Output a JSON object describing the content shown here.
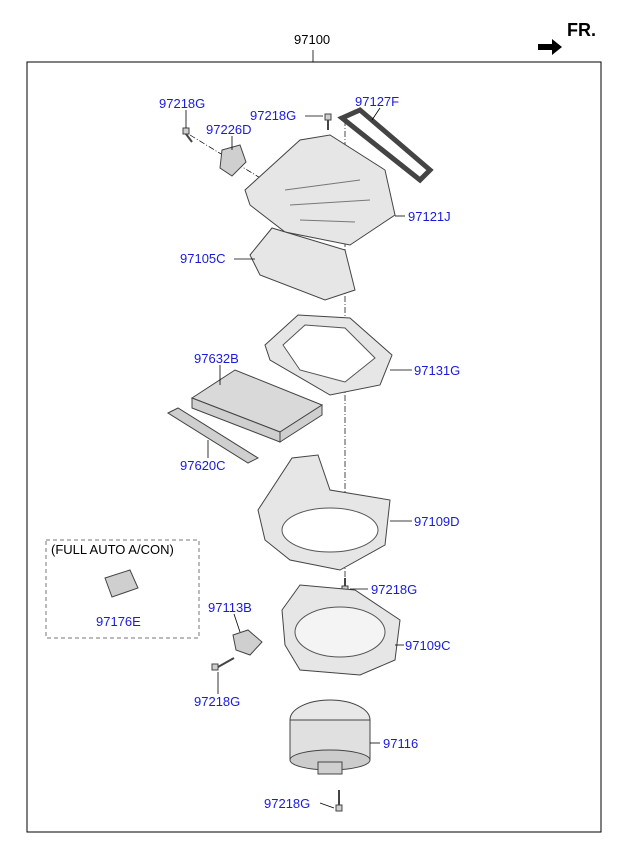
{
  "diagram": {
    "assembly_number": "97100",
    "direction_label": "FR.",
    "option_group_label": "(FULL AUTO A/CON)",
    "parts": [
      {
        "id": "screw_top_left",
        "number": "97218G"
      },
      {
        "id": "actuator",
        "number": "97226D"
      },
      {
        "id": "screw_top_center",
        "number": "97218G"
      },
      {
        "id": "seal",
        "number": "97127F"
      },
      {
        "id": "intake_case_upper",
        "number": "97121J"
      },
      {
        "id": "intake_case_lower",
        "number": "97105C"
      },
      {
        "id": "filter",
        "number": "97632B"
      },
      {
        "id": "filter_cover",
        "number": "97131G"
      },
      {
        "id": "filter_door",
        "number": "97620C"
      },
      {
        "id": "blower_case_upper",
        "number": "97109D"
      },
      {
        "id": "sensor",
        "number": "97176E"
      },
      {
        "id": "screw_mid",
        "number": "97218G"
      },
      {
        "id": "bracket",
        "number": "97113B"
      },
      {
        "id": "blower_case_lower",
        "number": "97109C"
      },
      {
        "id": "screw_bracket",
        "number": "97218G"
      },
      {
        "id": "blower_motor",
        "number": "97116"
      },
      {
        "id": "screw_bottom",
        "number": "97218G"
      }
    ]
  }
}
